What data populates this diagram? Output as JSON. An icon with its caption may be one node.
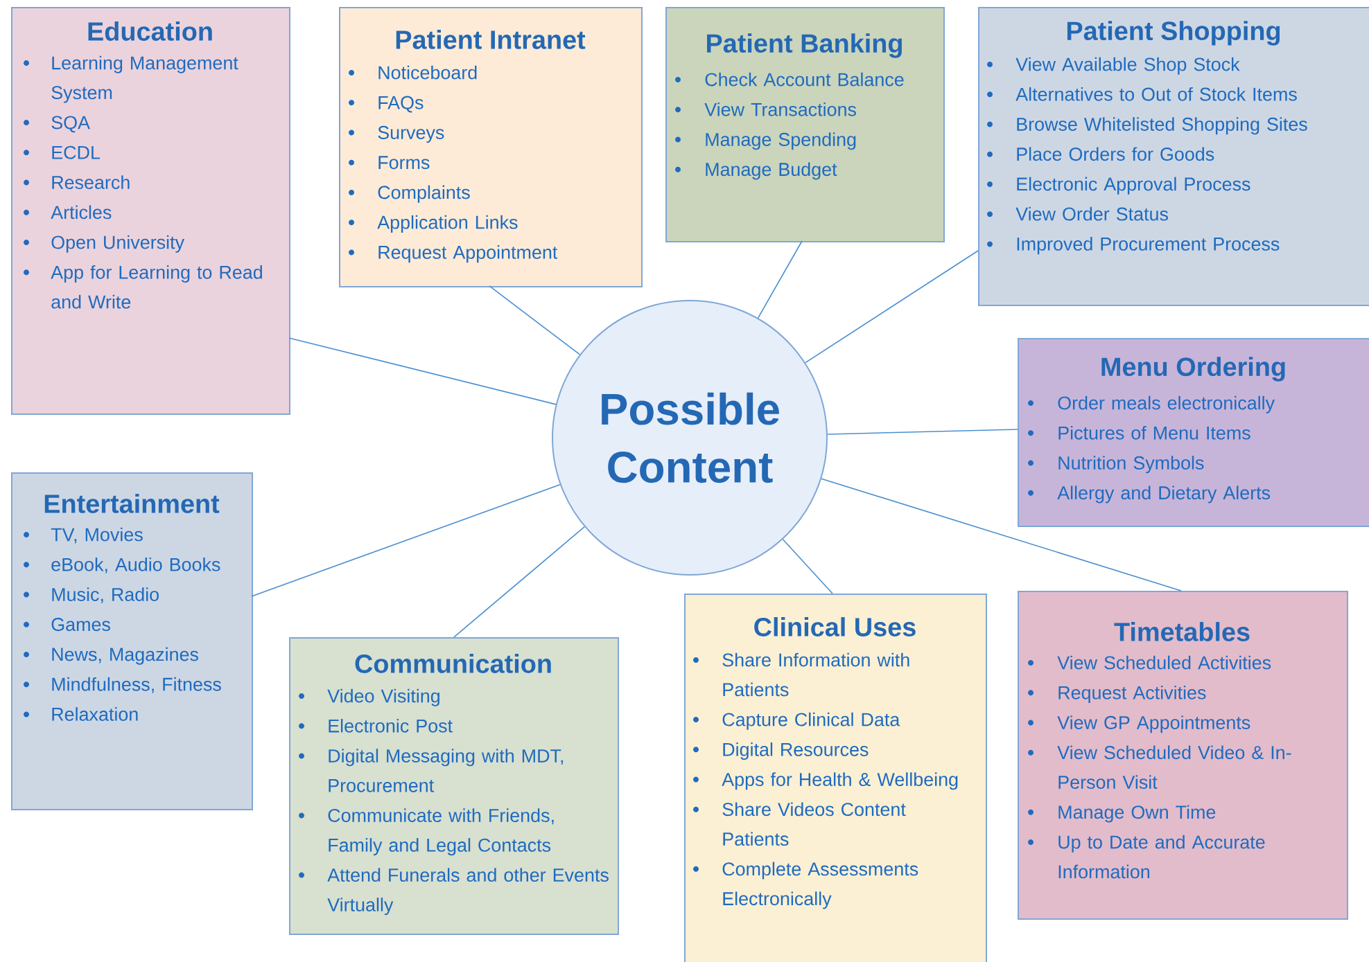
{
  "diagram": {
    "nodes": [
      {
        "text": [
          "Possible Content"
        ]
      },
      {
        "text": [
          "Education",
          "Learning Management System",
          "SQA",
          "ECDL",
          "Research",
          "Articles",
          "Open University",
          "App for Learning to Read and Write"
        ]
      },
      {
        "text": [
          "Patient Intranet",
          "Noticeboard",
          "FAQs",
          "Surveys",
          "Forms",
          "Complaints",
          "Application Links",
          "Request Appointment"
        ]
      },
      {
        "text": [
          "Patient Banking",
          "Check Account Balance",
          "View Transactions",
          "Manage Spending",
          "Manage Budget"
        ]
      },
      {
        "text": [
          "Patient Shopping",
          "View Available Shop Stock",
          "Alternatives to Out of Stock Items",
          "Browse Whitelisted Shopping Sites",
          "Place Orders for Goods",
          "Electronic Approval Process",
          "View Order Status",
          "Improved Procurement Process"
        ]
      },
      {
        "text": [
          "Menu Ordering",
          "Order meals electronically",
          "Pictures of Menu Items",
          "Nutrition Symbols",
          "Allergy and Dietary Alerts"
        ]
      },
      {
        "text": [
          "Entertainment",
          "TV, Movies",
          "eBook, Audio Books",
          "Music, Radio",
          "Games",
          "News, Magazines",
          "Mindfulness, Fitness",
          "Relaxation"
        ]
      },
      {
        "text": [
          "Communication",
          "Video Visiting",
          "Electronic Post",
          "Digital Messaging with MDT, Procurement",
          "Communicate with Friends, Family and Legal Contacts",
          "Attend Funerals and other Events Virtually"
        ]
      },
      {
        "text": [
          "Clinical Uses",
          "Share Information with Patients",
          "Capture Clinical Data",
          "Digital Resources",
          "Apps for Health & Wellbeing",
          "Share Videos Content Patients",
          "Complete Assessments Electronically"
        ]
      },
      {
        "text": [
          "Timetables",
          "View Scheduled Activities",
          "Request Activities",
          "View GP Appointments",
          "View Scheduled Video & In-Person Visit",
          "Manage Own Time",
          "Up to Date and Accurate Information"
        ]
      }
    ],
    "edges": [
      {
        "from": 0,
        "to": 1,
        "arrow": "none"
      },
      {
        "from": 0,
        "to": 2,
        "arrow": "none"
      },
      {
        "from": 0,
        "to": 3,
        "arrow": "none"
      },
      {
        "from": 0,
        "to": 4,
        "arrow": "none"
      },
      {
        "from": 0,
        "to": 5,
        "arrow": "none"
      },
      {
        "from": 0,
        "to": 6,
        "arrow": "none"
      },
      {
        "from": 0,
        "to": 7,
        "arrow": "none"
      },
      {
        "from": 0,
        "to": 8,
        "arrow": "none"
      },
      {
        "from": 0,
        "to": 9,
        "arrow": "none"
      }
    ]
  }
}
